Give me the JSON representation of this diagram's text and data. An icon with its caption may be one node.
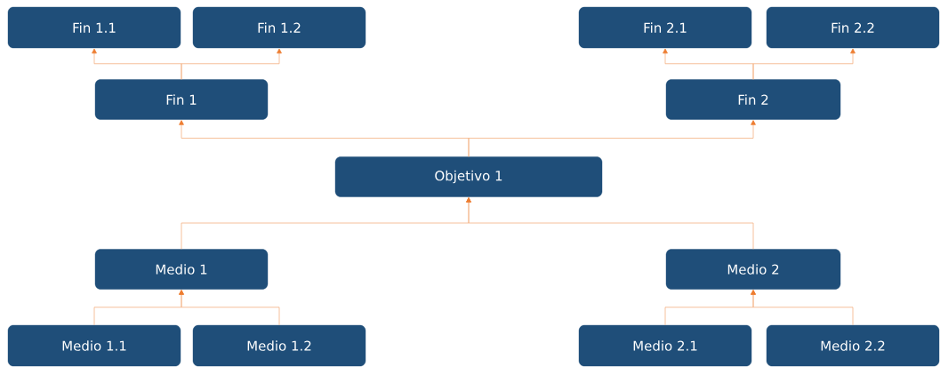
{
  "diagram": {
    "nodes": [
      {
        "text": [
          "Fin 1.1"
        ]
      },
      {
        "text": [
          "Fin 1.2"
        ]
      },
      {
        "text": [
          "Fin 2.1"
        ]
      },
      {
        "text": [
          "Fin 2.2"
        ]
      },
      {
        "text": [
          "Fin 1"
        ]
      },
      {
        "text": [
          "Fin 2"
        ]
      },
      {
        "text": [
          "Objetivo 1"
        ]
      },
      {
        "text": [
          "Medio 1"
        ]
      },
      {
        "text": [
          "Medio 2"
        ]
      },
      {
        "text": [
          "Medio 1.1"
        ]
      },
      {
        "text": [
          "Medio 1.2"
        ]
      },
      {
        "text": [
          "Medio 2.1"
        ]
      },
      {
        "text": [
          "Medio 2.2"
        ]
      }
    ],
    "edges": [
      {
        "from": 4,
        "to": 0,
        "arrow": "to"
      },
      {
        "from": 4,
        "to": 1,
        "arrow": "to"
      },
      {
        "from": 5,
        "to": 2,
        "arrow": "to"
      },
      {
        "from": 5,
        "to": 3,
        "arrow": "to"
      },
      {
        "from": 6,
        "to": 4,
        "arrow": "to"
      },
      {
        "from": 6,
        "to": 5,
        "arrow": "to"
      },
      {
        "from": 7,
        "to": 6,
        "arrow": "to"
      },
      {
        "from": 8,
        "to": 6,
        "arrow": "to"
      },
      {
        "from": 9,
        "to": 7,
        "arrow": "to"
      },
      {
        "from": 10,
        "to": 7,
        "arrow": "to"
      },
      {
        "from": 11,
        "to": 8,
        "arrow": "to"
      },
      {
        "from": 12,
        "to": 8,
        "arrow": "to"
      }
    ]
  }
}
